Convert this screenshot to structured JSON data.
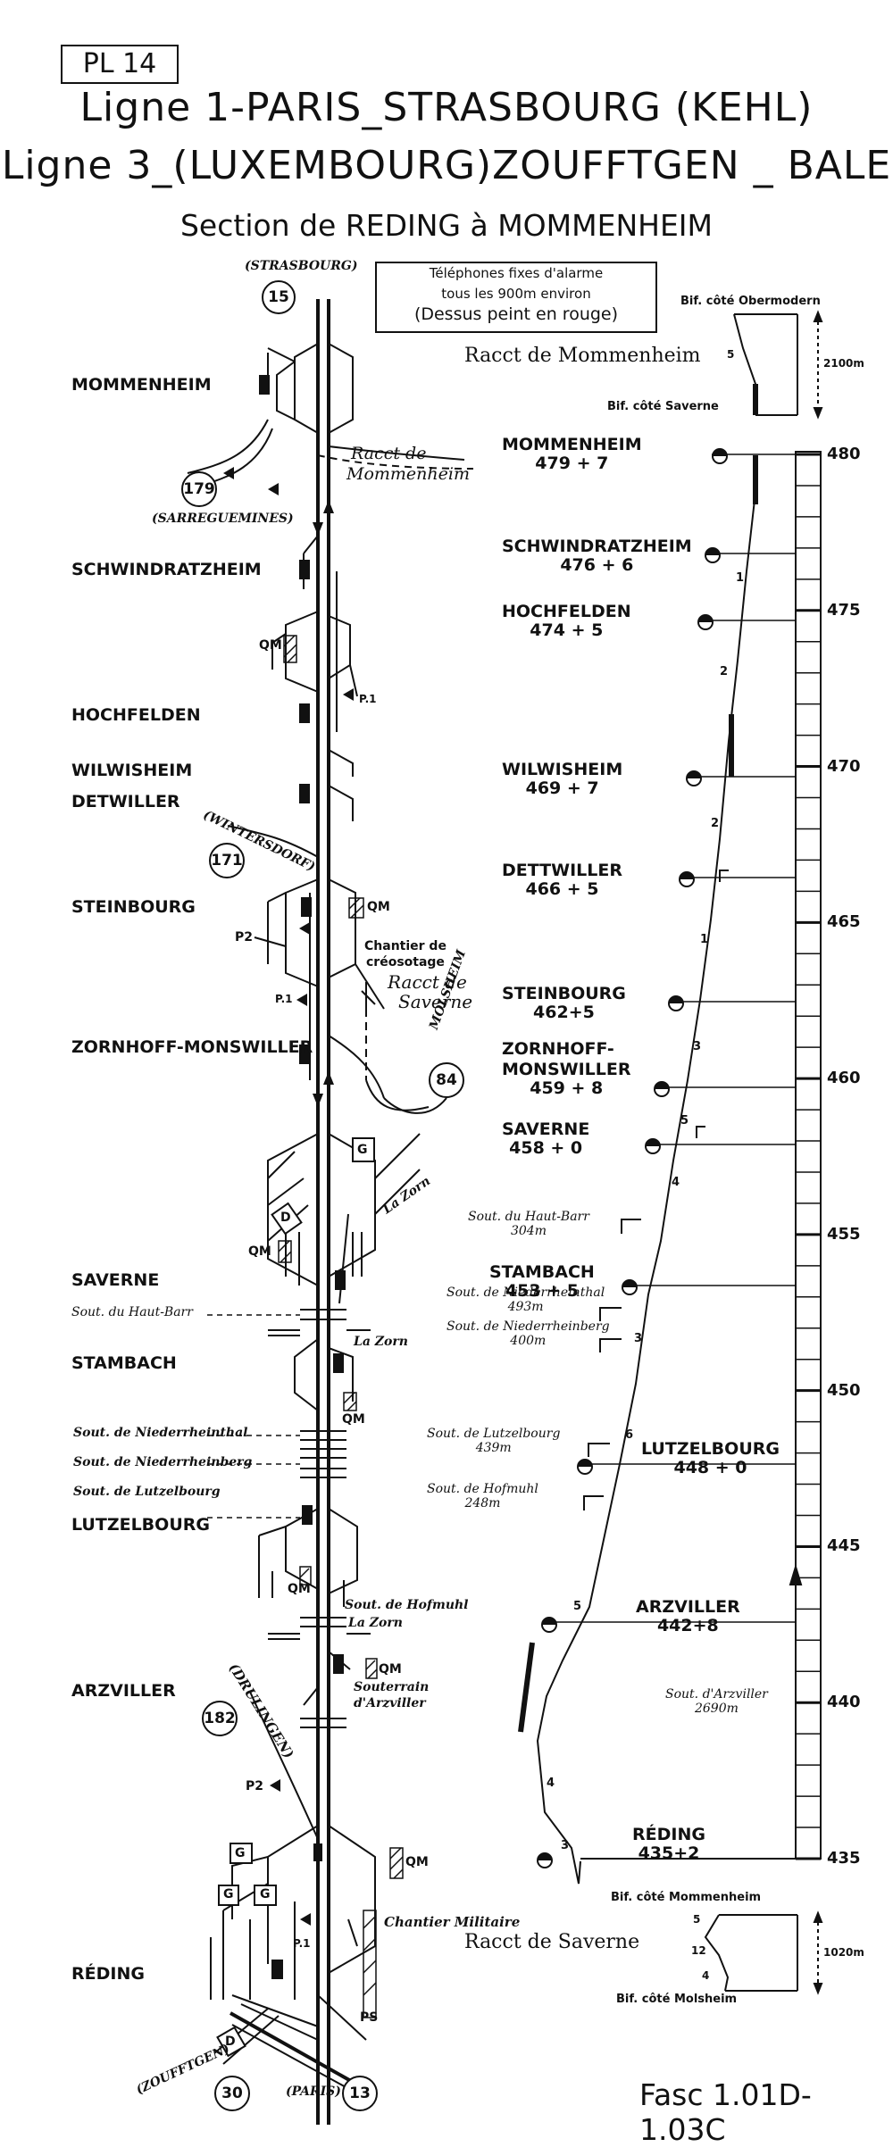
{
  "plate": "PL 14",
  "header": {
    "line1": "Ligne 1-PARIS_STRASBOURG (KEHL)",
    "line3": "Ligne 3_(LUXEMBOURG)ZOUFFTGEN _ BALE",
    "section": "Section de REDING à MOMMENHEIM"
  },
  "alarm_box": {
    "line1": "Téléphones fixes d'alarme",
    "line2": "tous les 900m environ",
    "line3": "(Dessus peint en rouge)"
  },
  "route_circles": {
    "strasbourg": {
      "number": "15",
      "label": "(STRASBOURG)"
    },
    "sarreguemines": {
      "number": "179",
      "label": "(SARREGUEMINES)"
    },
    "wintersdorf": {
      "number": "171",
      "label": "(WINTERSDORF)"
    },
    "molsheim": {
      "number": "84",
      "label": "MOLSHEIM"
    },
    "drulingen": {
      "number": "182",
      "label": "(DRULINGEN)"
    },
    "zoufftgen": {
      "number": "30",
      "label": "(ZOUFFTGEN)"
    },
    "paris": {
      "number": "13",
      "label": "(PARIS)"
    }
  },
  "left_stations": [
    "MOMMENHEIM",
    "SCHWINDRATZHEIM",
    "HOCHFELDEN",
    "WILWISHEIM",
    "DETWILLER",
    "STEINBOURG",
    "ZORNHOFF-MONSWILLER",
    "SAVERNE",
    "STAMBACH",
    "LUTZELBOURG",
    "ARZVILLER",
    "RÉDING"
  ],
  "left_annotations": {
    "racc_mommenheim_1": "Racct de",
    "racc_mommenheim_2": "Mommenheim",
    "racc_saverne_1": "Racct de",
    "racc_saverne_2": "Saverne",
    "chantier_creosotage_1": "Chantier de",
    "chantier_creosotage_2": "créosotage",
    "chantier_militaire": "Chantier Militaire",
    "sout_haut_barr": "Sout. du Haut-Barr",
    "sout_niederrheinthal": "Sout. de Niederrheinthal",
    "sout_niederrheinberg": "Sout. de Niederrheinberg",
    "sout_lutzelbourg": "Sout. de Lutzelbourg",
    "sout_hofmuhl": "Sout. de Hofmuhl",
    "la_zorn_1": "La Zorn",
    "la_zorn_2": "La Zorn",
    "la_zorn_3": "La Zorn",
    "souterrain_arzviller_1": "Souterrain",
    "souterrain_arzviller_2": "d'Arzviller",
    "qm": "QM",
    "p1": "P.1",
    "p2": "P2",
    "ps": "PS",
    "g": "G",
    "d": "D"
  },
  "profile_stations": [
    {
      "name": "MOMMENHEIM",
      "pk": "479 + 7"
    },
    {
      "name": "SCHWINDRATZHEIM",
      "pk": "476 + 6"
    },
    {
      "name": "HOCHFELDEN",
      "pk": "474 + 5"
    },
    {
      "name": "WILWISHEIM",
      "pk": "469 + 7"
    },
    {
      "name": "DETTWILLER",
      "pk": "466 + 5"
    },
    {
      "name": "STEINBOURG",
      "pk": "462+5"
    },
    {
      "name": "ZORNHOFF-",
      "pk": ""
    },
    {
      "name": "MONSWILLER",
      "pk": "459 + 8"
    },
    {
      "name": "SAVERNE",
      "pk": "458 + 0"
    },
    {
      "name": "STAMBACH",
      "pk": "453 + 5"
    },
    {
      "name": "LUTZELBOURG",
      "pk": "448 + 0"
    },
    {
      "name": "ARZVILLER",
      "pk": "442+8"
    },
    {
      "name": "RÉDING",
      "pk": "435+2"
    }
  ],
  "profile_tunnels": [
    {
      "name": "Sout. du Haut-Barr",
      "length": "304m"
    },
    {
      "name": "Sout. de Niederrheinthal",
      "length": "493m"
    },
    {
      "name": "Sout. de Niederrheinberg",
      "length": "400m"
    },
    {
      "name": "Sout. de Lutzelbourg",
      "length": "439m"
    },
    {
      "name": "Sout. de Hofmuhl",
      "length": "248m"
    },
    {
      "name": "Sout. d'Arzviller",
      "length": "2690m"
    }
  ],
  "profile_gradients": [
    "1",
    "2",
    "2",
    "1",
    "3",
    "5",
    "4",
    "3",
    "6",
    "5",
    "4",
    "3"
  ],
  "km_scale": [
    "480",
    "475",
    "470",
    "465",
    "460",
    "455",
    "450",
    "445",
    "440",
    "435"
  ],
  "raccordements": {
    "mommenheim": {
      "title": "Racct de Mommenheim",
      "top": "Bif. côté Obermodern",
      "bottom": "Bif. côté Saverne",
      "length": "2100m",
      "grade": "5"
    },
    "saverne": {
      "title": "Racct de Saverne",
      "top": "Bif. côté Mommenheim",
      "bottom": "Bif. côté Molsheim",
      "length": "1020m",
      "grade_a": "5",
      "grade_b": "12",
      "grade_c": "4"
    }
  },
  "footer": {
    "fasc": "Fasc 1.01D-1.03C"
  }
}
